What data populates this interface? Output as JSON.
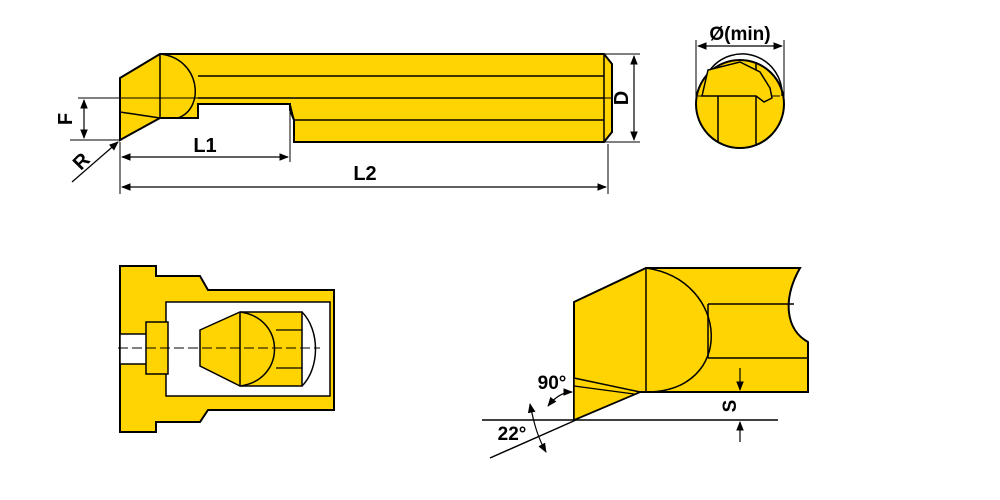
{
  "colors": {
    "tool_fill": "#FFD400",
    "outline": "#000000",
    "background": "#FFFFFF"
  },
  "side_view": {
    "labels": {
      "f": "F",
      "r": "R",
      "l1": "L1",
      "l2": "L2",
      "d": "D"
    }
  },
  "end_view": {
    "label_min_diameter": "Ø(min)"
  },
  "detail_view": {
    "angle_90": "90°",
    "angle_22": "22°",
    "label_s": "S"
  }
}
